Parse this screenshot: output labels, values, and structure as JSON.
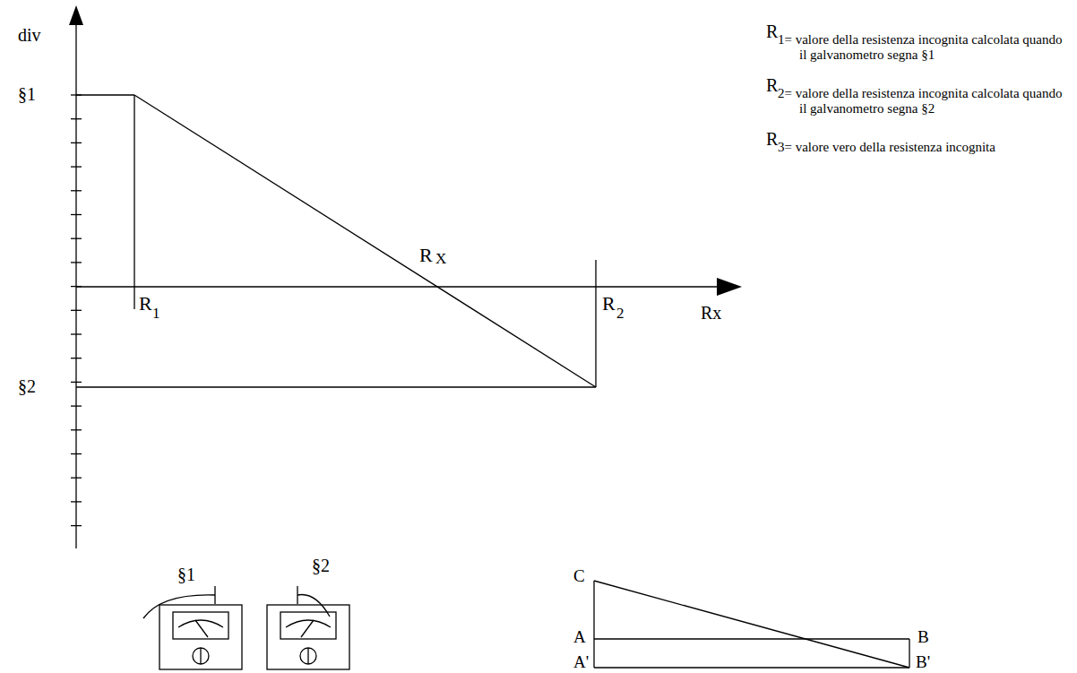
{
  "diagram": {
    "labels": [
      "div",
      "§1",
      "§2",
      "R",
      "1",
      "R",
      "X",
      "R",
      "2",
      "Rx",
      "R",
      "1= valore della resistenza incognita calcolata quando il galvanometro segna §1",
      "R",
      "2= valore della resistenza incognita calcolata quando il galvanometro segna §2",
      "R",
      "3= valore vero della resistenza incognita",
      "§1",
      "§2",
      "C",
      "A",
      "B",
      "A'",
      "B'"
    ]
  }
}
